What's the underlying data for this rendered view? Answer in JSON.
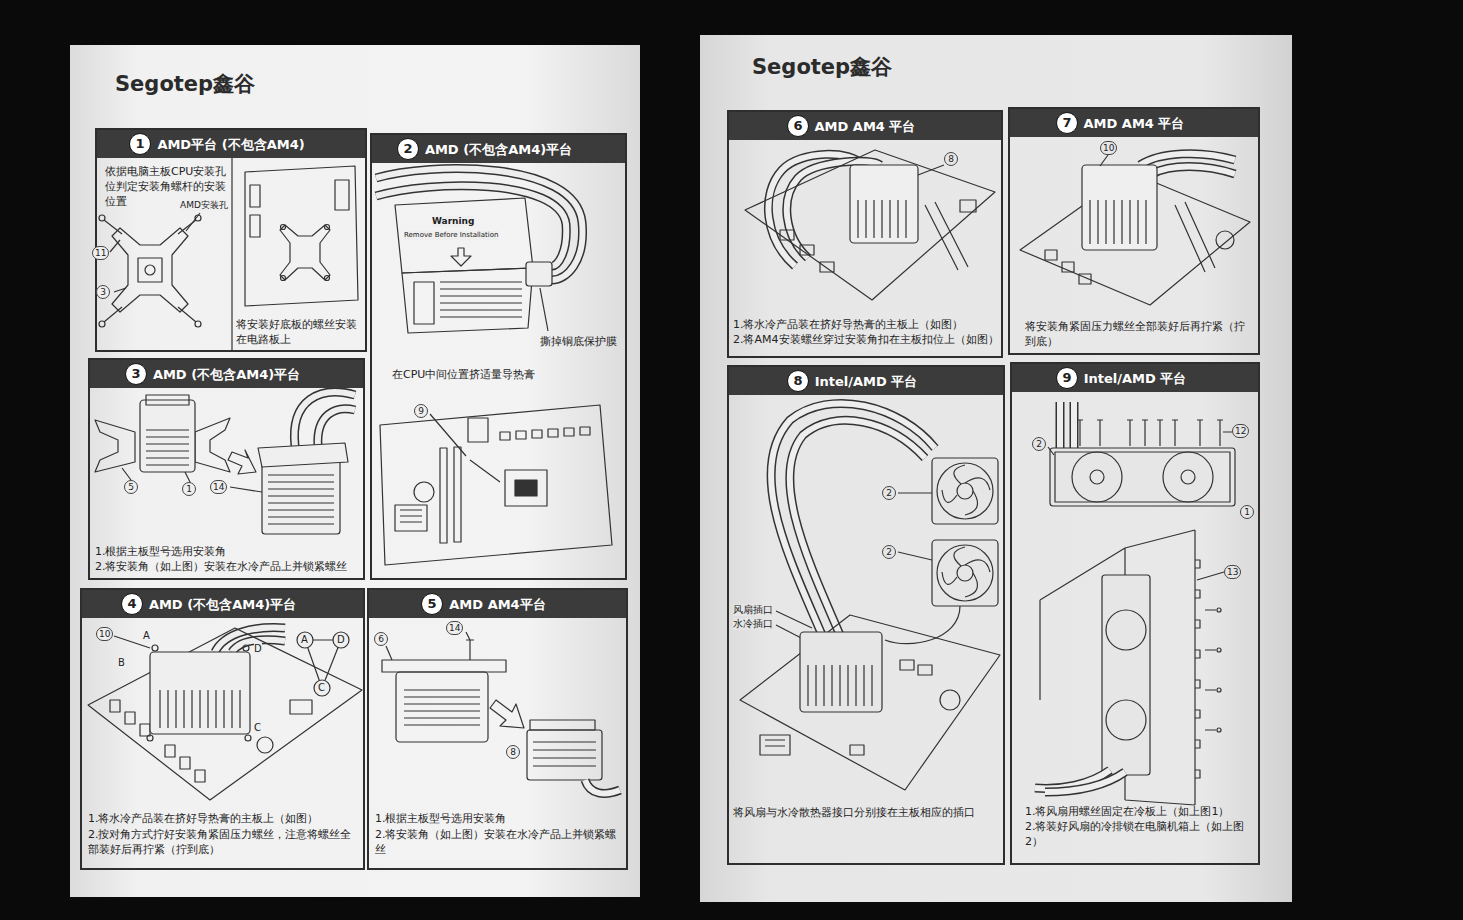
{
  "diagram": {
    "nodes": [
      {
        "text": [
          "Segotep鑫谷"
        ]
      },
      {
        "text": [
          "AMD平台 (不包含AM4)",
          "依据电脑主板CPU安装孔位判定安装角螺杆的安装位置",
          "将安装好底板的螺丝安装在电路板上"
        ],
        "in": 0
      },
      {
        "text": [
          "1"
        ],
        "in": 1
      },
      {
        "text": [
          "AMD (不包含AM4)平台",
          "撕掉铜底保护膜",
          "在CPU中间位置挤适量导热膏"
        ],
        "in": 0
      },
      {
        "text": [
          "2"
        ],
        "in": 3
      },
      {
        "text": [
          "AMD (不包含AM4)平台",
          "1.根据主板型号选用安装角",
          "2.将安装角（如上图）安装在水冷产品上并锁紧螺丝"
        ],
        "in": 0
      },
      {
        "text": [
          "3"
        ],
        "in": 5
      },
      {
        "text": [
          "AMD (不包含AM4)平台",
          "1.将水冷产品装在挤好导热膏的主板上（如图）",
          "2.按对角方式拧好安装角紧固压力螺丝，注意将螺丝全部装好后再拧紧（拧到底）"
        ],
        "in": 0
      },
      {
        "text": [
          "4"
        ],
        "in": 7
      },
      {
        "text": [
          "AMD AM4平台",
          "1.根据主板型号选用安装角",
          "2.将安装角（如上图）安装在水冷产品上并锁紧螺丝"
        ],
        "in": 0
      },
      {
        "text": [
          "5"
        ],
        "in": 9
      },
      {
        "text": [
          "Segotep鑫谷"
        ]
      },
      {
        "text": [
          "AMD AM4 平台",
          "1.将水冷产品装在挤好导热膏的主板上（如图）",
          "2.将AM4安装螺丝穿过安装角扣在主板扣位上（如图）"
        ],
        "in": 11
      },
      {
        "text": [
          "6"
        ],
        "in": 12
      },
      {
        "text": [
          "AMD AM4 平台",
          "将安装角紧固压力螺丝全部装好后再拧紧（拧到底）"
        ],
        "in": 11
      },
      {
        "text": [
          "7"
        ],
        "in": 14
      },
      {
        "text": [
          "Intel/AMD 平台",
          "将风扇与水冷散热器接口分别接在主板相应的插口"
        ],
        "in": 11
      },
      {
        "text": [
          "8"
        ],
        "in": 16
      },
      {
        "text": [
          "Intel/AMD 平台",
          "1.将风扇用螺丝固定在冷板上（如上图1）",
          "2.将装好风扇的冷排锁在电脑机箱上（如上图2）"
        ],
        "in": 11
      },
      {
        "text": [
          "9"
        ],
        "in": 18
      }
    ],
    "labels": [
      "AMD安装孔",
      "11",
      "3",
      "Warning",
      "Remove Before Installation",
      "9",
      "5",
      "1",
      "14",
      "10",
      "A",
      "D",
      "B",
      "C",
      "A",
      "D",
      "C",
      "14",
      "6",
      "8",
      "8",
      "10",
      "2",
      "2",
      "风扇插口",
      "水冷插口",
      "2",
      "12",
      "1",
      "13"
    ]
  }
}
